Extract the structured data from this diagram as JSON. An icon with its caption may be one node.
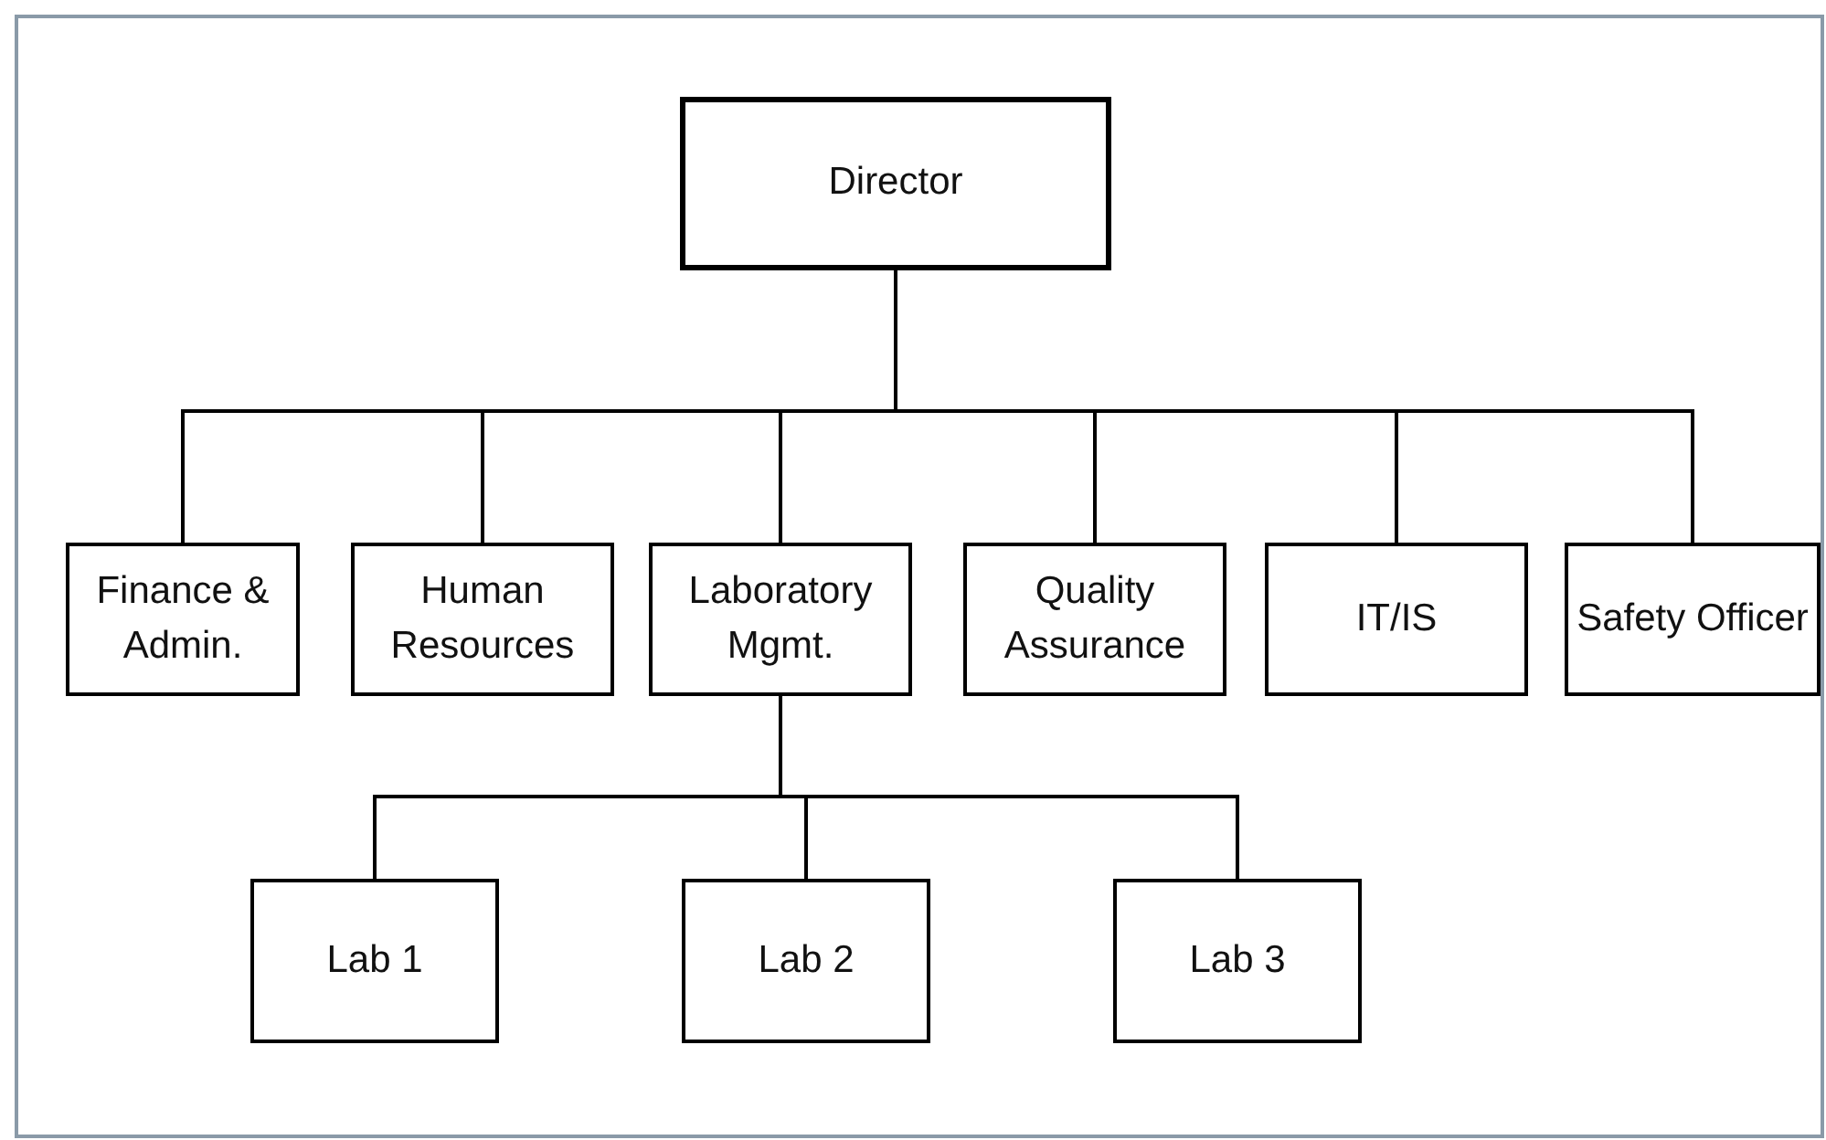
{
  "diagram": {
    "nodes": [
      {
        "text": [
          "Director"
        ]
      },
      {
        "text": [
          "Finance & Admin."
        ]
      },
      {
        "text": [
          "Human Resources"
        ]
      },
      {
        "text": [
          "Laboratory Mgmt."
        ]
      },
      {
        "text": [
          "Quality Assurance"
        ]
      },
      {
        "text": [
          "IT/IS"
        ]
      },
      {
        "text": [
          "Safety Officer"
        ]
      },
      {
        "text": [
          "Lab 1"
        ]
      },
      {
        "text": [
          "Lab 2"
        ]
      },
      {
        "text": [
          "Lab 3"
        ]
      }
    ],
    "edges": [
      {
        "from": 0,
        "to": 1,
        "arrow": "none"
      },
      {
        "from": 0,
        "to": 2,
        "arrow": "none"
      },
      {
        "from": 0,
        "to": 3,
        "arrow": "none"
      },
      {
        "from": 0,
        "to": 4,
        "arrow": "none"
      },
      {
        "from": 0,
        "to": 5,
        "arrow": "none"
      },
      {
        "from": 0,
        "to": 6,
        "arrow": "none"
      },
      {
        "from": 3,
        "to": 7,
        "arrow": "none"
      },
      {
        "from": 3,
        "to": 8,
        "arrow": "none"
      },
      {
        "from": 3,
        "to": 9,
        "arrow": "none"
      }
    ]
  }
}
